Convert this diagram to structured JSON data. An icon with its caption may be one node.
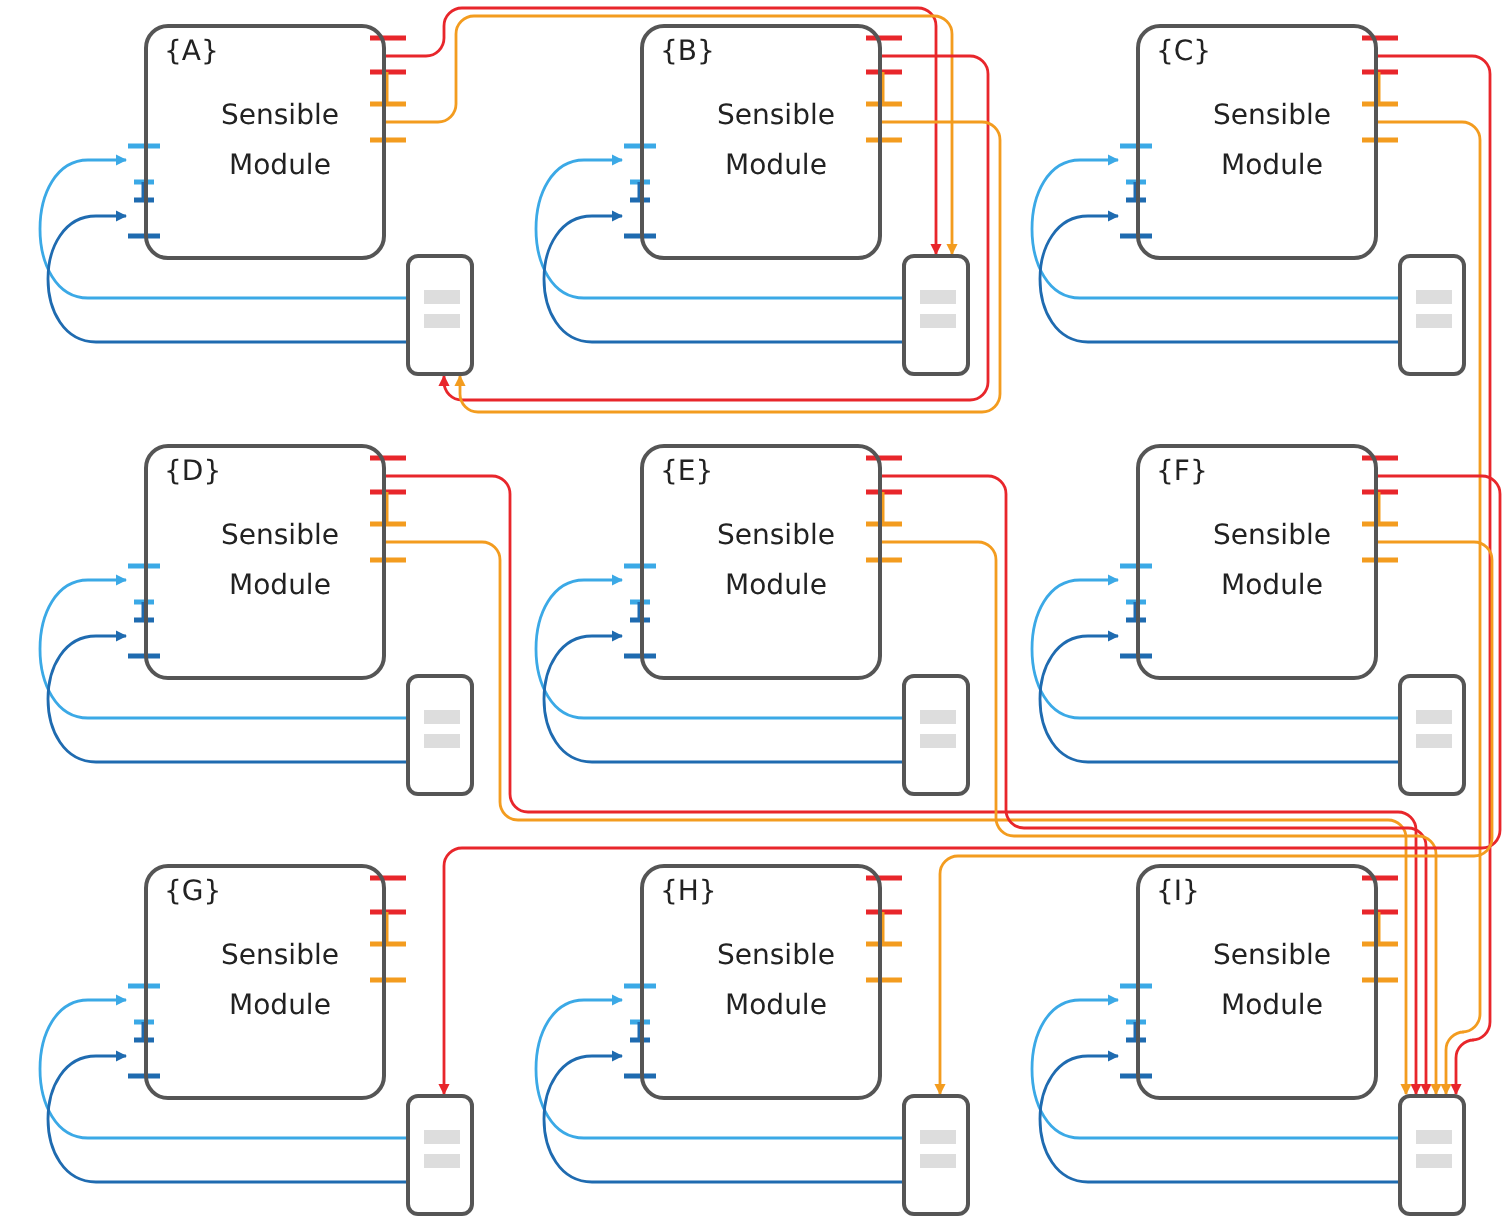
{
  "diagram": {
    "nodes": [
      {
        "text": [
          "{A}",
          "Sensible Module"
        ]
      },
      {
        "text": [],
        "shape": "box"
      },
      {
        "text": [
          "{B}",
          "Sensible Module"
        ]
      },
      {
        "text": [],
        "shape": "box"
      },
      {
        "text": [
          "{C}",
          "Sensible Module"
        ]
      },
      {
        "text": [],
        "shape": "box"
      },
      {
        "text": [
          "{D}",
          "Sensible Module"
        ]
      },
      {
        "text": [],
        "shape": "box"
      },
      {
        "text": [
          "{E}",
          "Sensible Module"
        ]
      },
      {
        "text": [],
        "shape": "box"
      },
      {
        "text": [
          "{F}",
          "Sensible Module"
        ]
      },
      {
        "text": [],
        "shape": "box"
      },
      {
        "text": [
          "{G}",
          "Sensible Module"
        ]
      },
      {
        "text": [],
        "shape": "box"
      },
      {
        "text": [
          "{H}",
          "Sensible Module"
        ]
      },
      {
        "text": [],
        "shape": "box"
      },
      {
        "text": [
          "{I}",
          "Sensible Module"
        ]
      },
      {
        "text": [],
        "shape": "box"
      }
    ],
    "edges": [
      {
        "from": 1,
        "to": 0,
        "arrow": "to",
        "color": "#3ba9e6"
      },
      {
        "from": 1,
        "to": 0,
        "arrow": "to",
        "color": "#1f6bb0"
      },
      {
        "from": 3,
        "to": 2,
        "arrow": "to",
        "color": "#3ba9e6"
      },
      {
        "from": 3,
        "to": 2,
        "arrow": "to",
        "color": "#1f6bb0"
      },
      {
        "from": 5,
        "to": 4,
        "arrow": "to",
        "color": "#3ba9e6"
      },
      {
        "from": 5,
        "to": 4,
        "arrow": "to",
        "color": "#1f6bb0"
      },
      {
        "from": 7,
        "to": 6,
        "arrow": "to",
        "color": "#3ba9e6"
      },
      {
        "from": 7,
        "to": 6,
        "arrow": "to",
        "color": "#1f6bb0"
      },
      {
        "from": 9,
        "to": 8,
        "arrow": "to",
        "color": "#3ba9e6"
      },
      {
        "from": 9,
        "to": 8,
        "arrow": "to",
        "color": "#1f6bb0"
      },
      {
        "from": 11,
        "to": 10,
        "arrow": "to",
        "color": "#3ba9e6"
      },
      {
        "from": 11,
        "to": 10,
        "arrow": "to",
        "color": "#1f6bb0"
      },
      {
        "from": 13,
        "to": 12,
        "arrow": "to",
        "color": "#3ba9e6"
      },
      {
        "from": 13,
        "to": 12,
        "arrow": "to",
        "color": "#1f6bb0"
      },
      {
        "from": 15,
        "to": 14,
        "arrow": "to",
        "color": "#3ba9e6"
      },
      {
        "from": 15,
        "to": 14,
        "arrow": "to",
        "color": "#1f6bb0"
      },
      {
        "from": 17,
        "to": 16,
        "arrow": "to",
        "color": "#3ba9e6"
      },
      {
        "from": 17,
        "to": 16,
        "arrow": "to",
        "color": "#1f6bb0"
      },
      {
        "from": 0,
        "to": 3,
        "arrow": "to",
        "color": "#e8262b"
      },
      {
        "from": 0,
        "to": 3,
        "arrow": "to",
        "color": "#f39c1f"
      },
      {
        "from": 2,
        "to": 1,
        "arrow": "to",
        "color": "#e8262b"
      },
      {
        "from": 2,
        "to": 1,
        "arrow": "to",
        "color": "#f39c1f"
      },
      {
        "from": 4,
        "to": 17,
        "arrow": "to",
        "color": "#e8262b"
      },
      {
        "from": 4,
        "to": 17,
        "arrow": "to",
        "color": "#f39c1f"
      },
      {
        "from": 6,
        "to": 17,
        "arrow": "to",
        "color": "#e8262b"
      },
      {
        "from": 6,
        "to": 17,
        "arrow": "to",
        "color": "#f39c1f"
      },
      {
        "from": 8,
        "to": 17,
        "arrow": "to",
        "color": "#e8262b"
      },
      {
        "from": 8,
        "to": 17,
        "arrow": "to",
        "color": "#f39c1f"
      },
      {
        "from": 10,
        "to": 13,
        "arrow": "to",
        "color": "#e8262b"
      },
      {
        "from": 10,
        "to": 15,
        "arrow": "to",
        "color": "#f39c1f"
      }
    ]
  }
}
